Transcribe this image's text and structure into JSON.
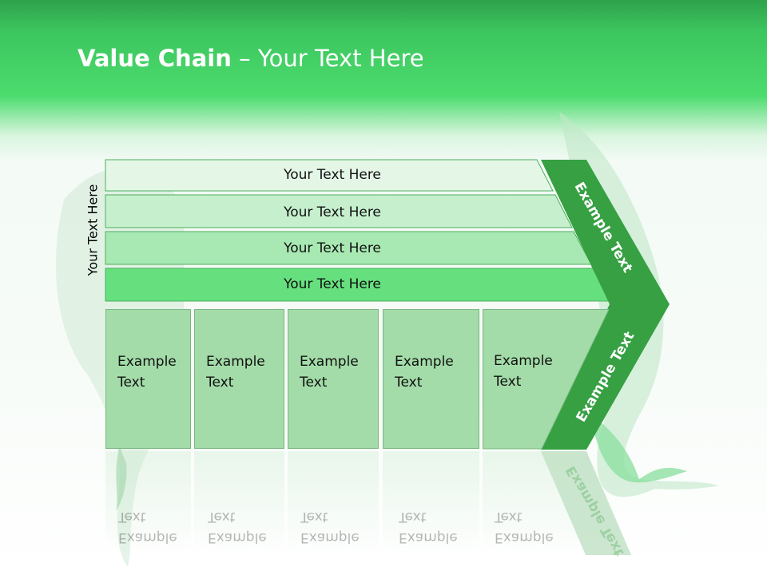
{
  "title": {
    "bold": "Value Chain",
    "rest": " – Your Text Here"
  },
  "side_label": "Your Text Here",
  "bars": [
    {
      "label": "Your Text Here",
      "color": "#e4f7e7"
    },
    {
      "label": "Your Text Here",
      "color": "#c6efcd"
    },
    {
      "label": "Your Text Here",
      "color": "#a8e9b3"
    },
    {
      "label": "Your Text Here",
      "color": "#66e07f"
    }
  ],
  "boxes": [
    {
      "line1": "Example",
      "line2": "Text"
    },
    {
      "line1": "Example",
      "line2": "Text"
    },
    {
      "line1": "Example",
      "line2": "Text"
    },
    {
      "line1": "Example",
      "line2": "Text"
    },
    {
      "line1": "Example",
      "line2": "Text"
    }
  ],
  "chevron": {
    "top_text": "Example Text",
    "bottom_text": "Example Text",
    "color": "#36a043"
  },
  "colors": {
    "header": "#4cdc6e",
    "box_fill": "#a3dca8"
  }
}
